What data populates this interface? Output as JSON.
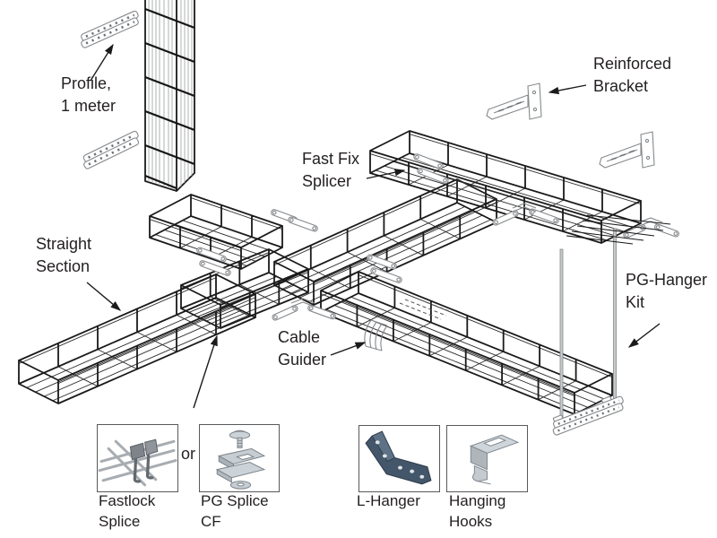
{
  "labels": {
    "profile": "Profile,\n1 meter",
    "straight_section": "Straight\nSection",
    "fast_fix_splicer": "Fast Fix\nSplicer",
    "reinforced_bracket": "Reinforced\nBracket",
    "cable_guider": "Cable\nGuider",
    "pg_hanger_kit": "PG-Hanger\nKit",
    "or_separator": "or"
  },
  "legend": {
    "items": [
      {
        "id": "fastlock-splice",
        "label": "Fastlock\nSplice"
      },
      {
        "id": "pg-splice-cf",
        "label": "PG Splice\nCF"
      },
      {
        "id": "l-hanger",
        "label": "L-Hanger"
      },
      {
        "id": "hanging-hooks",
        "label": "Hanging\nHooks"
      }
    ]
  },
  "colors": {
    "line": "#1a1a1a",
    "hardware": "#85888b",
    "label_text": "#231f20",
    "box_border": "#58595b",
    "l_hanger_fill": "#44566a",
    "metal_fill": "#ccd3d8"
  }
}
